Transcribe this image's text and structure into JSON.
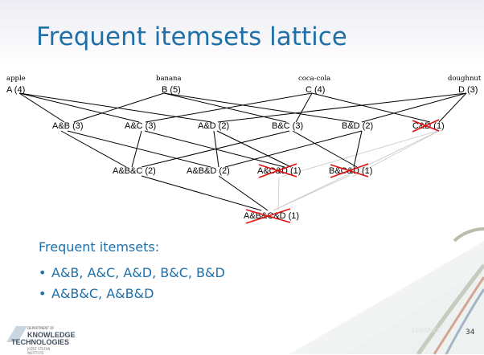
{
  "slide": {
    "title": "Frequent itemsets lattice",
    "subtitle": "Frequent itemsets:",
    "bullets": [
      {
        "marker": "•",
        "text": "A&B, A&C, A&D, B&C, B&D"
      },
      {
        "marker": "•",
        "text": "A&B&C, A&B&D"
      }
    ],
    "page_number": "34",
    "logo": {
      "line1": "DEPARTMENT OF",
      "line2": "KNOWLEDGE",
      "line3": "TECHNOLOGIES",
      "line4": "JOŽEF STEFAN INSTITUTE"
    },
    "watermark": "LEARNED"
  },
  "lattice": {
    "items": {
      "apple": "apple",
      "banana": "banana",
      "coca": "coca-cola",
      "doughnut": "doughnut"
    },
    "nodes": {
      "A": {
        "label": "A (4)",
        "pruned": false
      },
      "B": {
        "label": "B (5)",
        "pruned": false
      },
      "C": {
        "label": "C (4)",
        "pruned": false
      },
      "D": {
        "label": "D (3)",
        "pruned": false
      },
      "AB": {
        "label": "A&B (3)",
        "pruned": false
      },
      "AC": {
        "label": "A&C (3)",
        "pruned": false
      },
      "AD": {
        "label": "A&D (2)",
        "pruned": false
      },
      "BC": {
        "label": "B&C (3)",
        "pruned": false
      },
      "BD": {
        "label": "B&D (2)",
        "pruned": false
      },
      "CD": {
        "label": "C&D (1)",
        "pruned": true
      },
      "ABC": {
        "label": "A&B&C (2)",
        "pruned": false
      },
      "ABD": {
        "label": "A&B&D (2)",
        "pruned": false
      },
      "ACD": {
        "label": "A&C&D (1)",
        "pruned": true
      },
      "BCD": {
        "label": "B&C&D (1)",
        "pruned": true
      },
      "ABCD": {
        "label": "A&B&C&D (1)",
        "pruned": true
      }
    },
    "colors": {
      "edge": "#000000",
      "faded_edge": "#c8c8c8",
      "cross": "#e01010"
    }
  }
}
